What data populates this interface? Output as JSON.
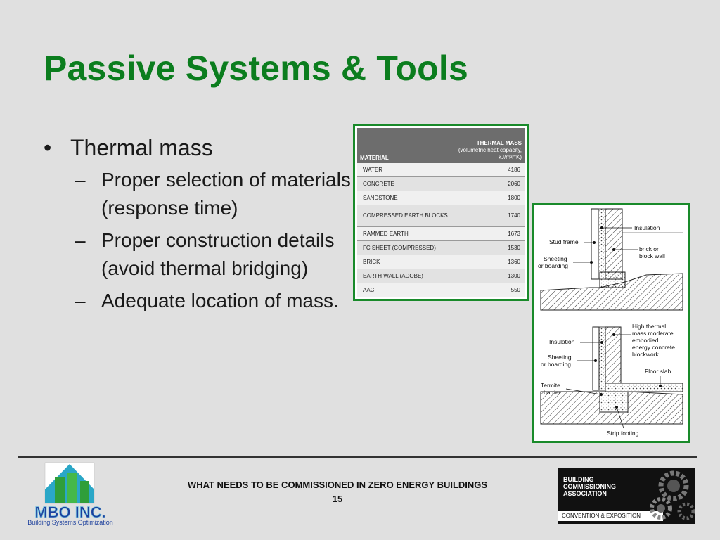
{
  "slide": {
    "title": "Passive Systems & Tools"
  },
  "bullets": {
    "main": "Thermal mass",
    "bullet_glyph": "•",
    "dash_glyph": "–",
    "sub": [
      "Proper selection of materials (response time)",
      "Proper construction details (avoid thermal bridging)",
      "Adequate location of mass."
    ]
  },
  "thermal_table": {
    "header_material": "MATERIAL",
    "header_mass": "THERMAL MASS",
    "header_mass_sub": "(volumetric heat capacity, kJ/m³/°K)",
    "rows": [
      {
        "material": "WATER",
        "value": "4186"
      },
      {
        "material": "CONCRETE",
        "value": "2060"
      },
      {
        "material": "SANDSTONE",
        "value": "1800"
      },
      {
        "material": "COMPRESSED EARTH BLOCKS",
        "value": "1740"
      },
      {
        "material": "RAMMED EARTH",
        "value": "1673"
      },
      {
        "material": "FC SHEET (COMPRESSED)",
        "value": "1530"
      },
      {
        "material": "BRICK",
        "value": "1360"
      },
      {
        "material": "EARTH WALL (ADOBE)",
        "value": "1300"
      },
      {
        "material": "AAC",
        "value": "550"
      }
    ]
  },
  "diagram": {
    "top": {
      "insulation": "Insulation",
      "stud_frame": "Stud frame",
      "sheeting_1": "Sheeting",
      "sheeting_2": "or boarding",
      "brick_1": "brick or",
      "brick_2": "block wall"
    },
    "bottom": {
      "high_1": "High thermal",
      "high_2": "mass moderate",
      "high_3": "embodied",
      "high_4": "energy concrete",
      "high_5": "blockwork",
      "insulation": "Insulation",
      "sheeting_1": "Sheeting",
      "sheeting_2": "or boarding",
      "floor_slab": "Floor slab",
      "termite_1": "Termite",
      "termite_2": "barrier",
      "strip_footing": "Strip footing"
    }
  },
  "footer": {
    "title": "WHAT NEEDS TO BE COMMISSIONED IN ZERO ENERGY BUILDINGS",
    "page_number": "15",
    "logo_left_text": "MBO INC.",
    "logo_left_caption": "Building Systems Optimization",
    "logo_right_lines": [
      "BUILDING",
      "COMMISSIONING",
      "ASSOCIATION"
    ],
    "logo_right_bar": "CONVENTION & EXPOSITION"
  },
  "colors": {
    "title_green": "#0b7d1e",
    "border_green": "#198a2a",
    "background": "#e0e0e0"
  }
}
